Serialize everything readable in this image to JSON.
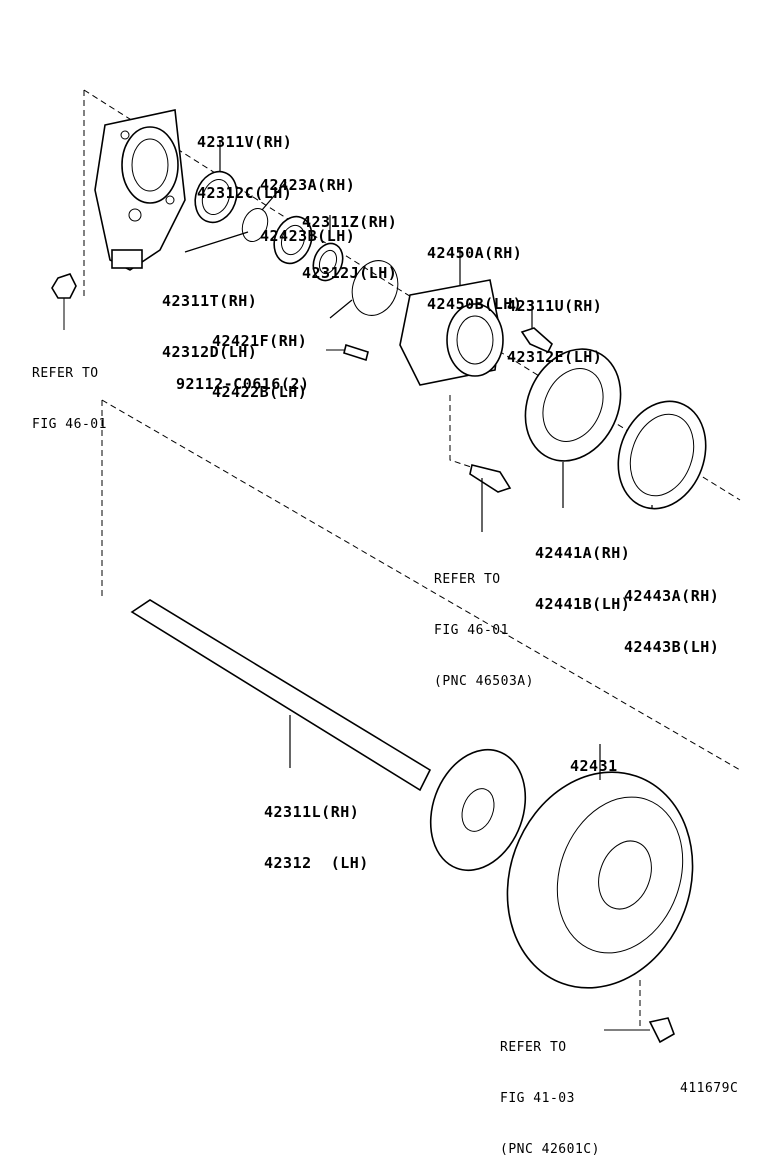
{
  "parts": {
    "knuckle_seal": [
      "42311V(RH)",
      "42312C(LH)"
    ],
    "snap_ring": [
      "42423A(RH)",
      "42423B(LH)"
    ],
    "bearing_inner": [
      "42311Z(RH)",
      "42312J(LH)"
    ],
    "hub": [
      "42450A(RH)",
      "42450B(LH)"
    ],
    "retainer": [
      "42311T(RH)",
      "42312D(LH)"
    ],
    "o_ring": [
      "42421F(RH)",
      "42422B(LH)"
    ],
    "hub_bolt": [
      "42311U(RH)",
      "42312E(LH)"
    ],
    "stud": [
      "92112-C0616(2)"
    ],
    "backing_plate": [
      "42441A(RH)",
      "42441B(LH)"
    ],
    "gasket": [
      "42443A(RH)",
      "42443B(LH)"
    ],
    "axle_shaft": [
      "42311L(RH)",
      "42312  (LH)"
    ],
    "disc": [
      "42431"
    ]
  },
  "references": {
    "knuckle_nut": [
      "REFER TO",
      "FIG 46-01"
    ],
    "knuckle_bolt": [
      "REFER TO",
      "FIG 46-01",
      "(PNC 46503A)"
    ],
    "disc_bolt": [
      "REFER TO",
      "FIG 41-03",
      "(PNC 42601C)"
    ]
  },
  "figure_id": "411679C"
}
